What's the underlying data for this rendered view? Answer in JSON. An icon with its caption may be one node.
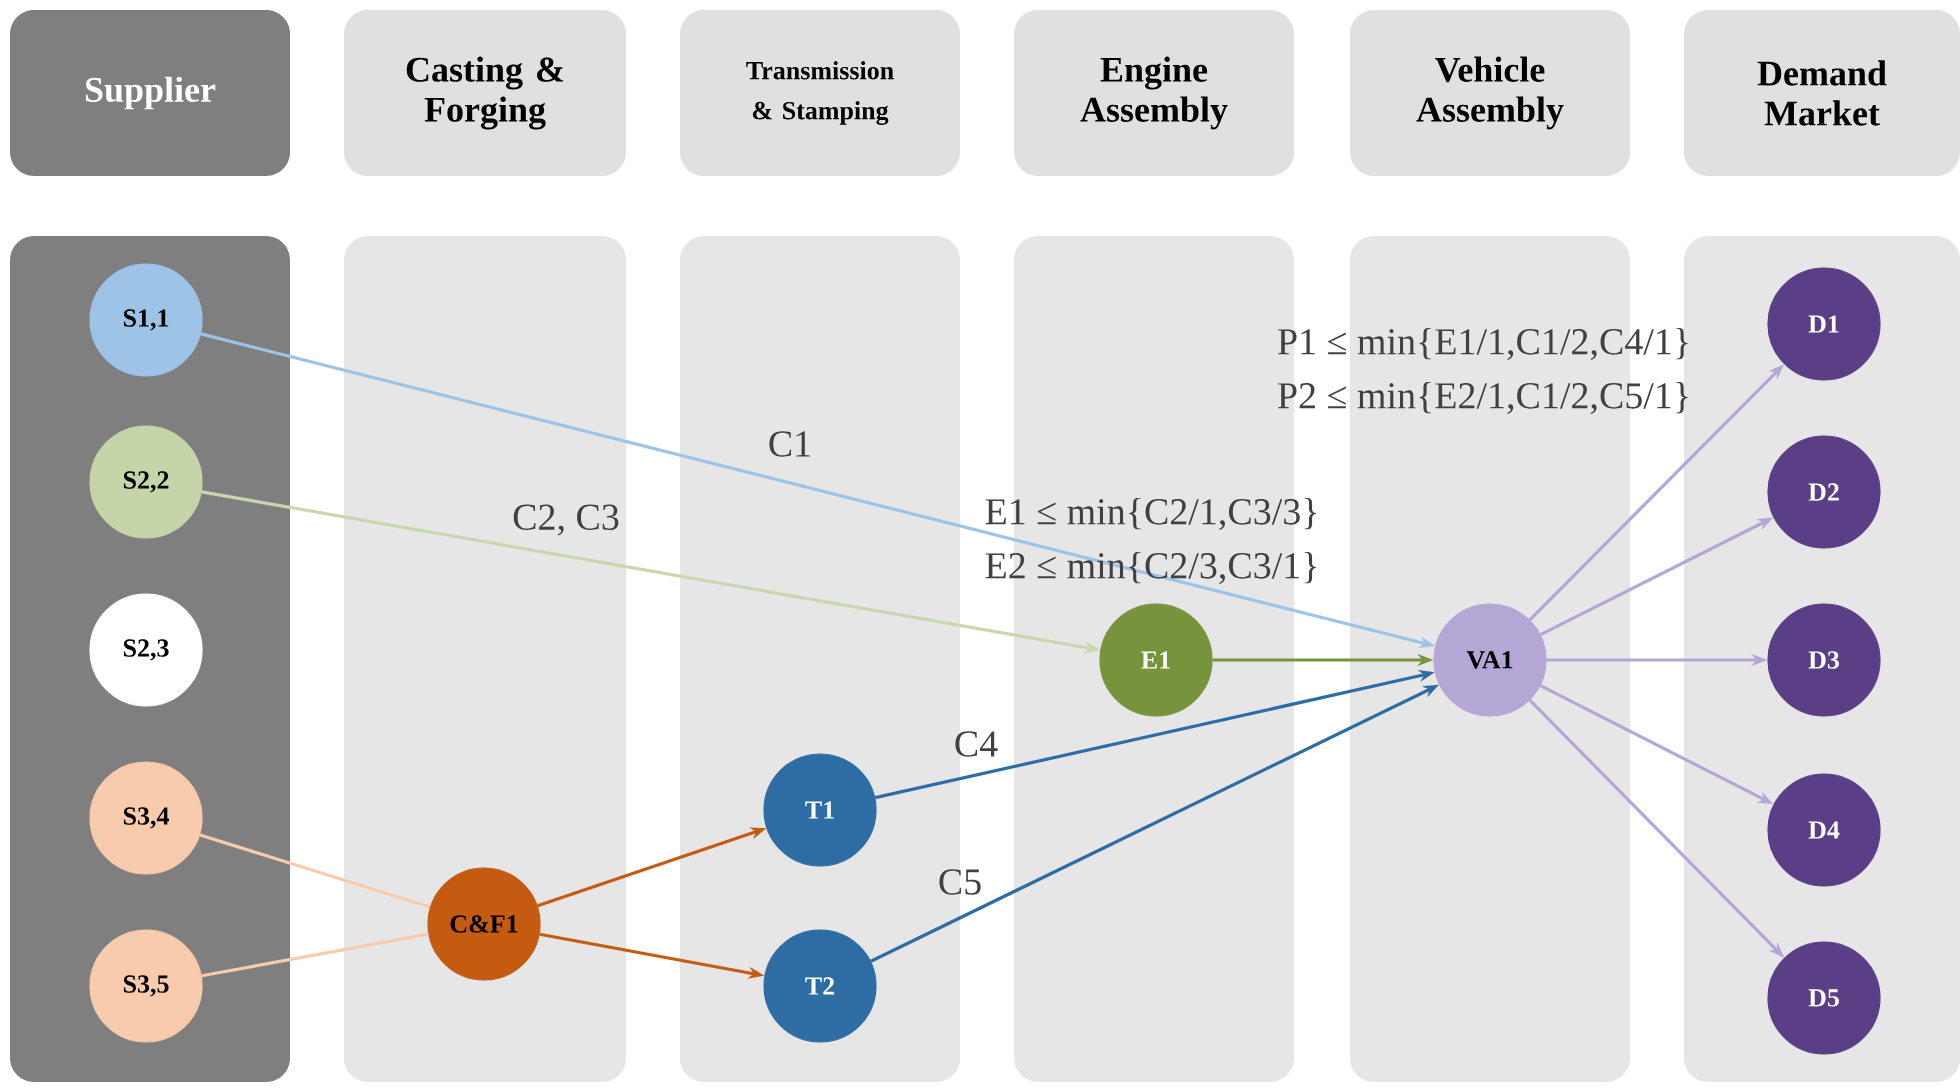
{
  "diagram": {
    "nodes": [
      {
        "text": [
          "Supplier"
        ]
      },
      {
        "text": [
          "Casting & Forging"
        ]
      },
      {
        "text": [
          "Transmission & Stamping"
        ]
      },
      {
        "text": [
          "Engine Assembly"
        ]
      },
      {
        "text": [
          "Vehicle Assembly"
        ]
      },
      {
        "text": [
          "Demand Market"
        ]
      },
      {
        "text": [],
        "shape": "box"
      },
      {
        "text": [],
        "shape": "box"
      },
      {
        "text": [],
        "shape": "box"
      },
      {
        "text": [],
        "shape": "box"
      },
      {
        "text": [],
        "shape": "box"
      },
      {
        "text": [],
        "shape": "box"
      },
      {
        "text": [
          "S1,1"
        ],
        "in": 6
      },
      {
        "text": [
          "S2,2"
        ],
        "in": 6
      },
      {
        "text": [
          "S2,3"
        ],
        "in": 6
      },
      {
        "text": [
          "S3,4"
        ],
        "in": 6
      },
      {
        "text": [
          "S3,5"
        ],
        "in": 6
      },
      {
        "text": [
          "C&F1"
        ],
        "in": 7
      },
      {
        "text": [
          "T1"
        ],
        "in": 8
      },
      {
        "text": [
          "T2"
        ],
        "in": 8
      },
      {
        "text": [
          "E1"
        ],
        "in": 9
      },
      {
        "text": [
          "VA1"
        ],
        "in": 10
      },
      {
        "text": [
          "D1"
        ],
        "in": 11
      },
      {
        "text": [
          "D2"
        ],
        "in": 11
      },
      {
        "text": [
          "D3"
        ],
        "in": 11
      },
      {
        "text": [
          "D4"
        ],
        "in": 11
      },
      {
        "text": [
          "D5"
        ],
        "in": 11
      }
    ],
    "edges": [
      {
        "from": 12,
        "to": 21,
        "arrow": "to",
        "label": "C1",
        "color": "#9dc3e6"
      },
      {
        "from": 13,
        "to": 20,
        "arrow": "to",
        "label": "C2, C3",
        "color": "#c9d7ae"
      },
      {
        "from": 15,
        "to": 17,
        "arrow": "none",
        "color": "#f8cbad"
      },
      {
        "from": 16,
        "to": 17,
        "arrow": "none",
        "color": "#f8cbad"
      },
      {
        "from": 17,
        "to": 18,
        "arrow": "to",
        "color": "#c55a11"
      },
      {
        "from": 17,
        "to": 19,
        "arrow": "to",
        "color": "#c55a11"
      },
      {
        "from": 20,
        "to": 21,
        "arrow": "to",
        "color": "#77933c"
      },
      {
        "from": 18,
        "to": 21,
        "arrow": "to",
        "label": "C4",
        "color": "#2e6da4"
      },
      {
        "from": 19,
        "to": 21,
        "arrow": "to",
        "label": "C5",
        "color": "#2e6da4"
      },
      {
        "from": 21,
        "to": 22,
        "arrow": "to",
        "color": "#b4a7d6"
      },
      {
        "from": 21,
        "to": 23,
        "arrow": "to",
        "color": "#b4a7d6"
      },
      {
        "from": 21,
        "to": 24,
        "arrow": "to",
        "color": "#b4a7d6"
      },
      {
        "from": 21,
        "to": 25,
        "arrow": "to",
        "color": "#b4a7d6"
      },
      {
        "from": 21,
        "to": 26,
        "arrow": "to",
        "color": "#b4a7d6"
      }
    ],
    "labels": [
      "P1 ≤ min{E1/1,C1/2,C4/1}",
      "P2 ≤ min{E2/1,C1/2,C5/1}",
      "E1 ≤ min{C2/1,C3/3}",
      "E2 ≤ min{C2/3,C3/1}"
    ]
  }
}
